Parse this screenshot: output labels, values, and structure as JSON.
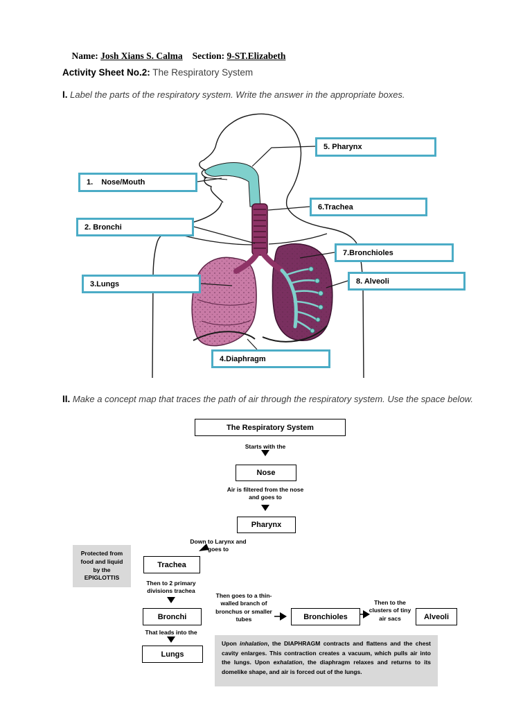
{
  "header": {
    "name_label": "Name: ",
    "name_value": "Josh Xians S. Calma",
    "section_label": "Section: ",
    "section_value": "9-ST.Elizabeth"
  },
  "title": {
    "label": "Activity Sheet No.2:",
    "text": " The Respiratory System"
  },
  "section1": {
    "numeral": "I.",
    "instruction": " Label the parts of the respiratory system. Write the answer in the appropriate boxes.",
    "labels": {
      "pharynx": "5. Pharynx",
      "nose_mouth": "1.    Nose/Mouth",
      "trachea": "6.Trachea",
      "bronchi": "2. Bronchi",
      "bronchioles": "7.Bronchioles",
      "alveoli": "8. Alveoli",
      "lungs": "3.Lungs",
      "diaphragm": "4.Diaphragm"
    }
  },
  "section2": {
    "numeral": "II.",
    "instruction": " Make a concept map that traces the path of air through the respiratory system.  Use the space below.",
    "map": {
      "root": "The Respiratory System",
      "edge_root_nose": "Starts with the",
      "nose": "Nose",
      "edge_nose_pharynx": "Air is filtered from the nose and goes to",
      "pharynx": "Pharynx",
      "edge_pharynx_trachea": "Down to Larynx and goes to",
      "epiglottis_note": "Protected from food and liquid by the EPIGLOTTIS",
      "trachea": "Trachea",
      "edge_trachea_bronchi": "Then to 2 primary divisions trachea",
      "bronchi": "Bronchi",
      "edge_bronchi_bronchioles": "Then goes to a thin-walled branch of bronchus or smaller tubes",
      "bronchioles": "Bronchioles",
      "edge_bronchioles_alveoli": "Then to the clusters of tiny air sacs",
      "alveoli": "Alveoli",
      "edge_bronchi_lungs": "That leads into the",
      "lungs": "Lungs",
      "note_segments": [
        {
          "text": "Upon "
        },
        {
          "text": "inhalation",
          "italic": true
        },
        {
          "text": ", the DIAPHRAGM contracts and flattens and the chest cavity enlarges. This contraction creates a vacuum, which pulls air into the lungs. Upon "
        },
        {
          "text": "exhalation",
          "italic": true
        },
        {
          "text": ", the diaphragm relaxes and returns to its domelike shape, and air is forced out of the lungs."
        }
      ]
    }
  },
  "colors": {
    "label_box_border": "#4bacc6",
    "gray_fill": "#d9d9d9",
    "airway_cyan": "#7fd0cc",
    "lung_pink": "#c97ba6",
    "lung_dark": "#7a3060",
    "trachea_maroon": "#8e3366"
  }
}
